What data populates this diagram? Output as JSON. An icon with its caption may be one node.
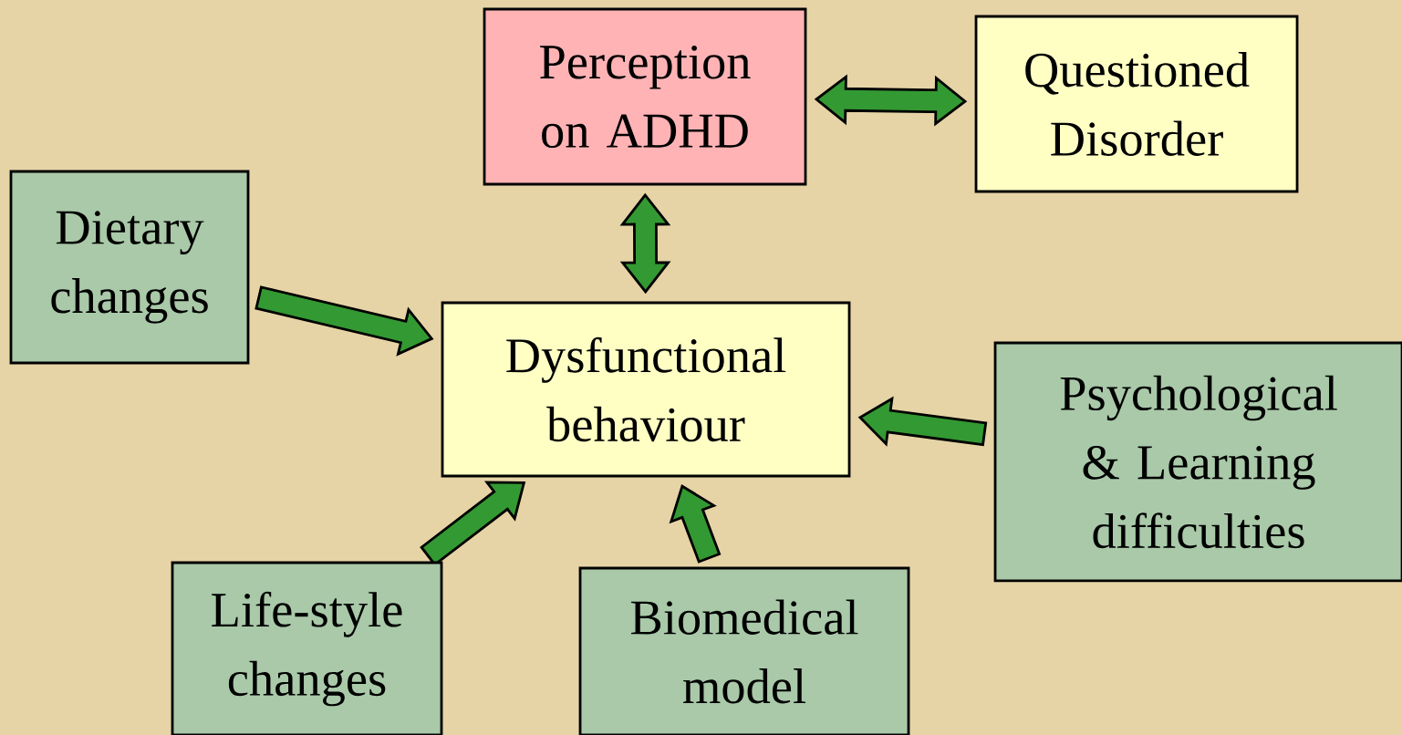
{
  "diagram": {
    "nodes": [
      {
        "text": [
          "Perception on ADHD"
        ]
      },
      {
        "text": [
          "Questioned Disorder"
        ]
      },
      {
        "text": [
          "Dietary changes"
        ]
      },
      {
        "text": [
          "Dysfunctional behaviour"
        ]
      },
      {
        "text": [
          "Psychological & Learning difficulties"
        ]
      },
      {
        "text": [
          "Life-style changes"
        ]
      },
      {
        "text": [
          "Biomedical model"
        ]
      }
    ],
    "edges": [
      {
        "from": 0,
        "to": 1,
        "arrow": "both"
      },
      {
        "from": 0,
        "to": 3,
        "arrow": "both"
      },
      {
        "from": 2,
        "to": 3,
        "arrow": "to"
      },
      {
        "from": 4,
        "to": 3,
        "arrow": "to"
      },
      {
        "from": 5,
        "to": 3,
        "arrow": "to"
      },
      {
        "from": 6,
        "to": 3,
        "arrow": "to"
      }
    ]
  }
}
